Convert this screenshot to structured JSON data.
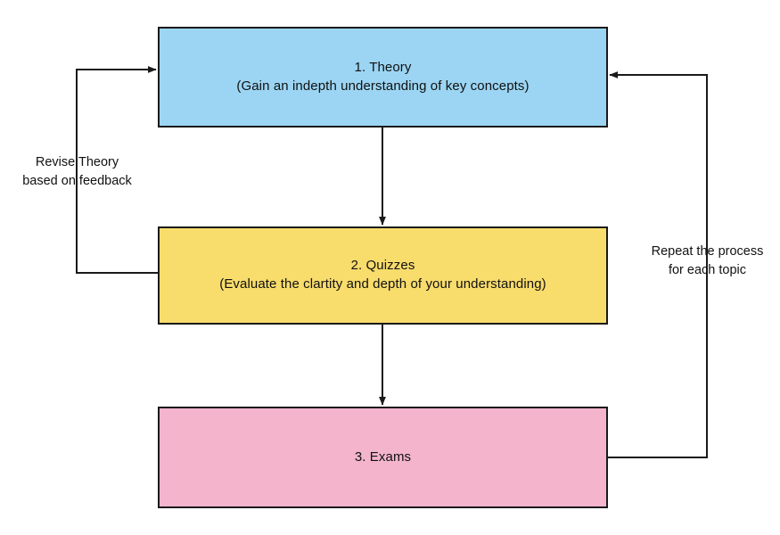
{
  "diagram": {
    "title": "Learning process flowchart",
    "background": "#ffffff",
    "stroke_color": "#1a1a1a",
    "nodes": [
      {
        "id": "theory",
        "name": "theory-node",
        "line1": "1. Theory",
        "line2": "(Gain an indepth understanding of key concepts)",
        "fill": "#9BD5F3"
      },
      {
        "id": "quizzes",
        "name": "quizzes-node",
        "line1": "2. Quizzes",
        "line2": "(Evaluate the clartity and depth of your understanding)",
        "fill": "#F8DC6C"
      },
      {
        "id": "exams",
        "name": "exams-node",
        "line1": "3. Exams",
        "line2": "",
        "fill": "#F3B4CC"
      }
    ],
    "edge_labels": [
      {
        "id": "revise",
        "name": "revise-theory-label",
        "line1": "Revise Theory",
        "line2": "based on feedback"
      },
      {
        "id": "repeat",
        "name": "repeat-process-label",
        "line1": "Repeat the process",
        "line2": "for each topic"
      }
    ],
    "edges": [
      {
        "id": "theory-to-quizzes",
        "from": "theory",
        "to": "quizzes",
        "kind": "straight-down"
      },
      {
        "id": "quizzes-to-exams",
        "from": "quizzes",
        "to": "exams",
        "kind": "straight-down"
      },
      {
        "id": "quizzes-to-theory",
        "from": "quizzes",
        "to": "theory",
        "kind": "left-loop",
        "label": "revise"
      },
      {
        "id": "exams-to-theory",
        "from": "exams",
        "to": "theory",
        "kind": "right-loop",
        "label": "repeat"
      }
    ]
  }
}
